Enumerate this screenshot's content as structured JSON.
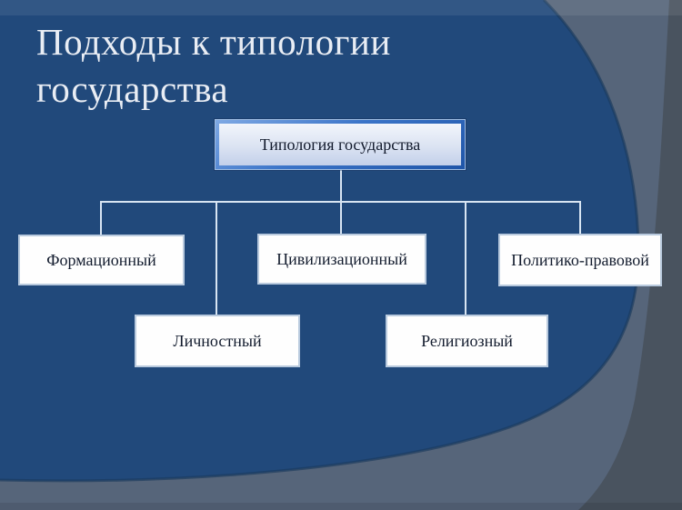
{
  "slide": {
    "title": "Подходы к типологии государства"
  },
  "diagram": {
    "root": {
      "label": "Типология государства"
    },
    "approaches": [
      {
        "label": "Формационный"
      },
      {
        "label": "Цивилизационный"
      },
      {
        "label": "Политико-правовой"
      },
      {
        "label": "Личностный"
      },
      {
        "label": "Религиозный"
      }
    ]
  },
  "colors": {
    "background_blue": "#21497b",
    "top_bar_highlight": "#2b5284",
    "slate_gray": "#56657a",
    "dark_slate_right": "#49535f",
    "blue_curve_rim": "#1a3a5e",
    "root_box_frame": "#3b74c8",
    "root_box_fill_top": "#f2f5fb",
    "root_box_fill_bottom": "#c3d0ea",
    "child_box_fill": "#fefefe",
    "child_box_border": "#b9cade",
    "connector": "#d8e5f3",
    "title_text": "#e9edf4",
    "box_text": "#131c2e"
  }
}
